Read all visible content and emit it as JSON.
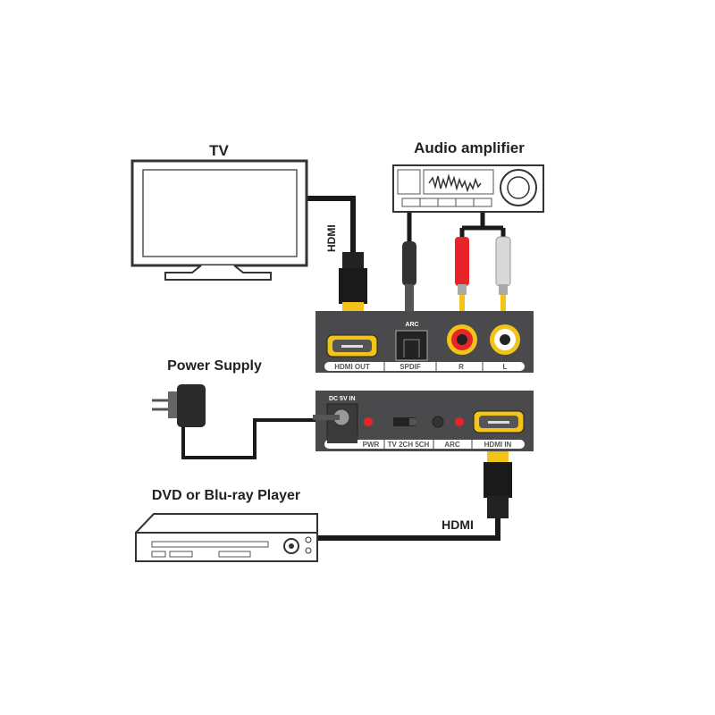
{
  "labels": {
    "tv": "TV",
    "amplifier": "Audio amplifier",
    "power_supply": "Power Supply",
    "player": "DVD or Blu-ray Player",
    "hdmi_tv_cable": "HDMI",
    "hdmi_player_cable": "HDMI"
  },
  "output_panel": {
    "arc_label": "ARC",
    "ports": [
      "HDMI OUT",
      "SPDIF",
      "R",
      "L"
    ]
  },
  "input_panel": {
    "dc_label": "DC 5V IN",
    "ports": [
      "PWR",
      "TV 2CH 5CH",
      "ARC",
      "HDMI IN"
    ]
  },
  "colors": {
    "panel": "#4a4a4c",
    "hdmi_gold": "#f2c318",
    "rca_red": "#e8242a",
    "led_red": "#e8242a",
    "cable": "#1a1a1a"
  }
}
